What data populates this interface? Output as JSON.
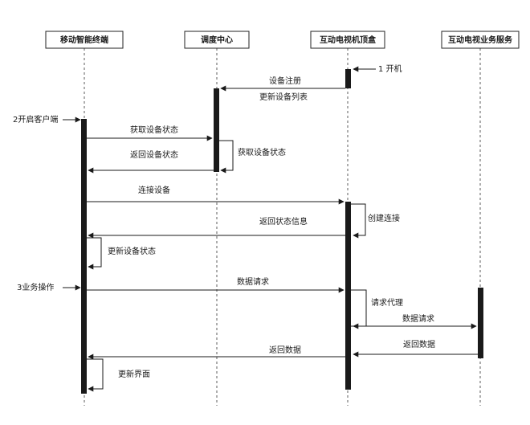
{
  "participants": [
    {
      "id": "mobile",
      "label": "移动智能终端"
    },
    {
      "id": "dispatch",
      "label": "调度中心"
    },
    {
      "id": "stb",
      "label": "互动电视机顶盒"
    },
    {
      "id": "service",
      "label": "互动电视业务服务"
    }
  ],
  "messages": [
    {
      "id": "m1",
      "label": "1 开机"
    },
    {
      "id": "m2",
      "label": "设备注册"
    },
    {
      "id": "m3",
      "label": "更新设备列表"
    },
    {
      "id": "m4",
      "label": "2开启客户端"
    },
    {
      "id": "m5",
      "label": "获取设备状态"
    },
    {
      "id": "m6",
      "label": "获取设备状态"
    },
    {
      "id": "m7",
      "label": "返回设备状态"
    },
    {
      "id": "m8",
      "label": "连接设备"
    },
    {
      "id": "m9",
      "label": "创建连接"
    },
    {
      "id": "m10",
      "label": "返回状态信息"
    },
    {
      "id": "m11",
      "label": "更新设备状态"
    },
    {
      "id": "m12",
      "label": "3业务操作"
    },
    {
      "id": "m13",
      "label": "数据请求"
    },
    {
      "id": "m14",
      "label": "请求代理"
    },
    {
      "id": "m15",
      "label": "数据请求"
    },
    {
      "id": "m16",
      "label": "返回数据"
    },
    {
      "id": "m17",
      "label": "返回数据"
    },
    {
      "id": "m18",
      "label": "更新界面"
    }
  ]
}
